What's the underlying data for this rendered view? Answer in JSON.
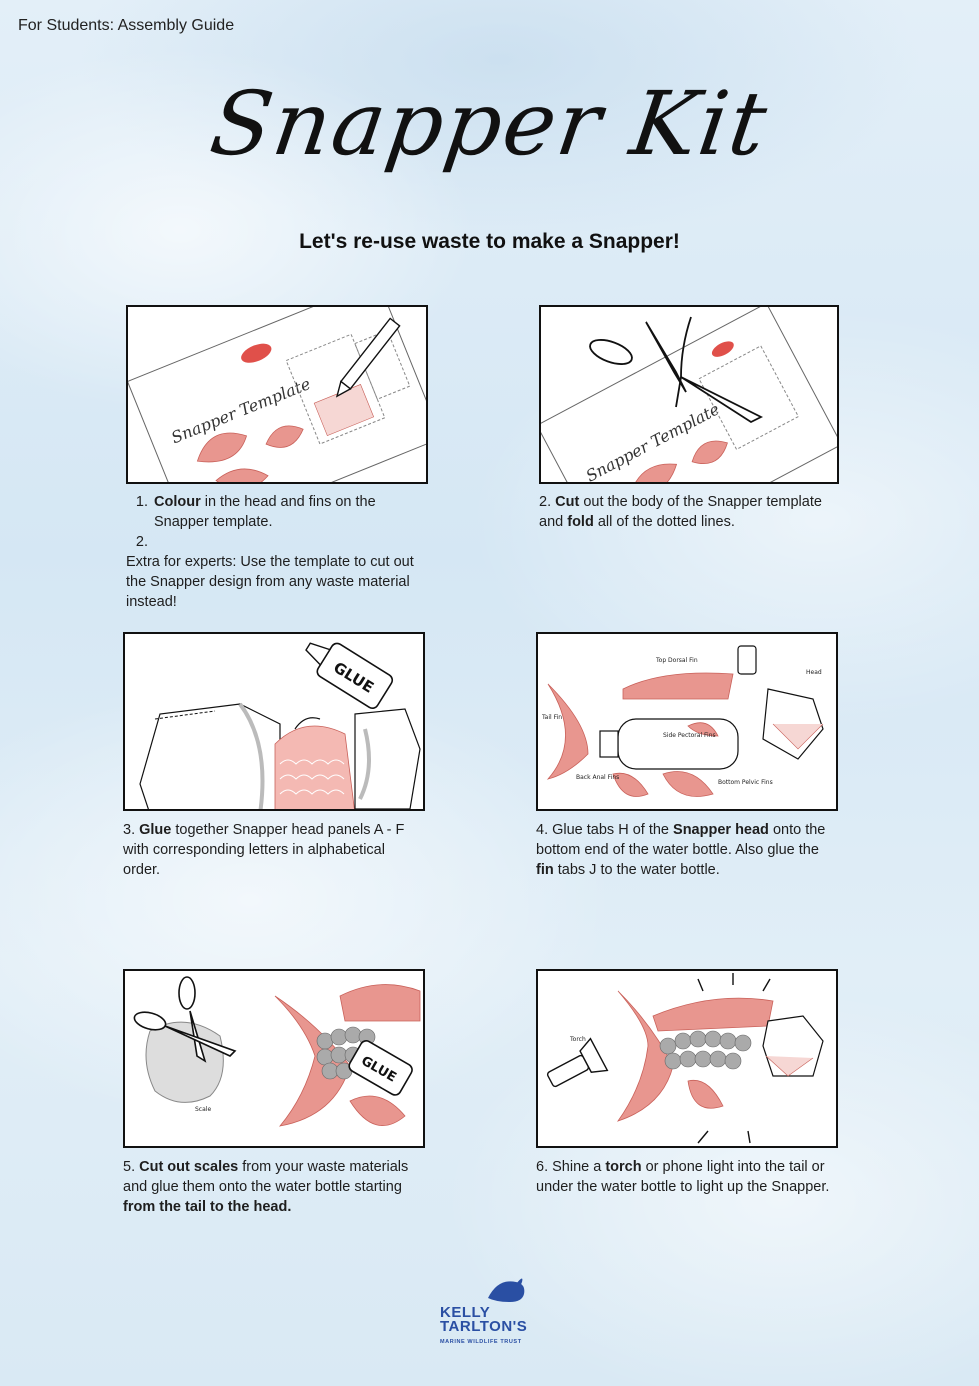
{
  "header": {
    "label": "For Students: Assembly Guide"
  },
  "title": "Snapper Kit",
  "subtitle": "Let's re-use waste to make a Snapper!",
  "steps": {
    "s1": {
      "li1_bold": "Colour",
      "li1_rest": " in the head and fins on the Snapper template.",
      "li2": "",
      "extra": "Extra for experts: Use the template to cut out the Snapper design from any waste material instead!"
    },
    "s2": {
      "pre": "2. ",
      "b1": "Cut",
      "m1": " out the body of the Snapper template and ",
      "b2": "fold",
      "post": " all of the dotted lines."
    },
    "s3": {
      "pre": "3. ",
      "b1": "Glue",
      "post": " together Snapper head panels A - F with corresponding letters in alphabetical order."
    },
    "s4": {
      "pre": "4. Glue tabs H of the ",
      "b1": "Snapper head",
      "m1": " onto the bottom end of the water bottle. Also glue the ",
      "b2": "fin",
      "post": " tabs J to the water bottle."
    },
    "s5": {
      "pre": "5. ",
      "b1": "Cut out scales",
      "m1": " from your waste materials and glue them onto the water bottle starting ",
      "b2": "from the tail to the head."
    },
    "s6": {
      "pre": "6. Shine a ",
      "b1": "torch",
      "post": " or phone light into the tail or under the water bottle to light up the Snapper."
    }
  },
  "illustrations": {
    "template_title": "Snapper Template",
    "glue_label": "GLUE",
    "diagram_labels": {
      "top_dorsal": "Top Dorsal Fin",
      "head": "Head",
      "tail": "Tail Fin",
      "side_pectoral": "Side Pectoral Fins",
      "back_anal": "Back Anal Fins",
      "bottom_pelvic": "Bottom Pelvic Fins",
      "scale": "Scale",
      "torch": "Torch"
    }
  },
  "logo": {
    "line1": "KELLY",
    "line2": "TARLTON'S",
    "sub": "MARINE WILDLIFE TRUST"
  },
  "colors": {
    "fin_pink": "#e8968f",
    "fin_stroke": "#c9615a",
    "logo_blue": "#2a4fa3"
  }
}
